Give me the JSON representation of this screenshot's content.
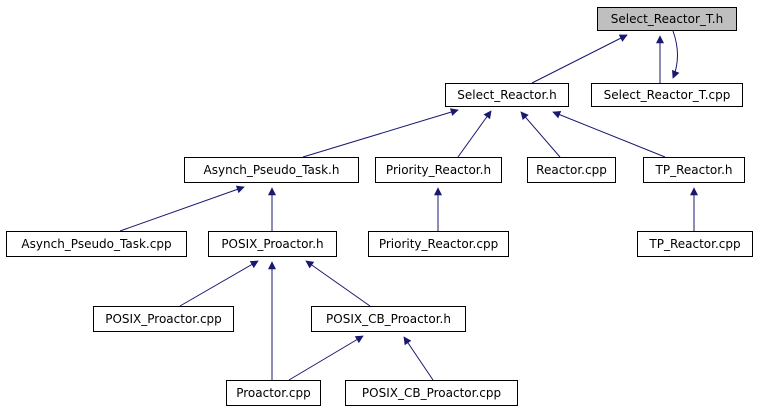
{
  "nodes": {
    "select_reactor_t_h": "Select_Reactor_T.h",
    "select_reactor_h": "Select_Reactor.h",
    "select_reactor_t_cpp": "Select_Reactor_T.cpp",
    "asynch_pseudo_task_h": "Asynch_Pseudo_Task.h",
    "priority_reactor_h": "Priority_Reactor.h",
    "reactor_cpp": "Reactor.cpp",
    "tp_reactor_h": "TP_Reactor.h",
    "asynch_pseudo_task_cpp": "Asynch_Pseudo_Task.cpp",
    "posix_proactor_h": "POSIX_Proactor.h",
    "priority_reactor_cpp": "Priority_Reactor.cpp",
    "tp_reactor_cpp": "TP_Reactor.cpp",
    "posix_proactor_cpp": "POSIX_Proactor.cpp",
    "posix_cb_proactor_h": "POSIX_CB_Proactor.h",
    "proactor_cpp": "Proactor.cpp",
    "posix_cb_proactor_cpp": "POSIX_CB_Proactor.cpp"
  },
  "colors": {
    "edge": "#191970",
    "root_fill": "#bfbfbf",
    "node_fill": "#ffffff",
    "border": "#000000"
  }
}
